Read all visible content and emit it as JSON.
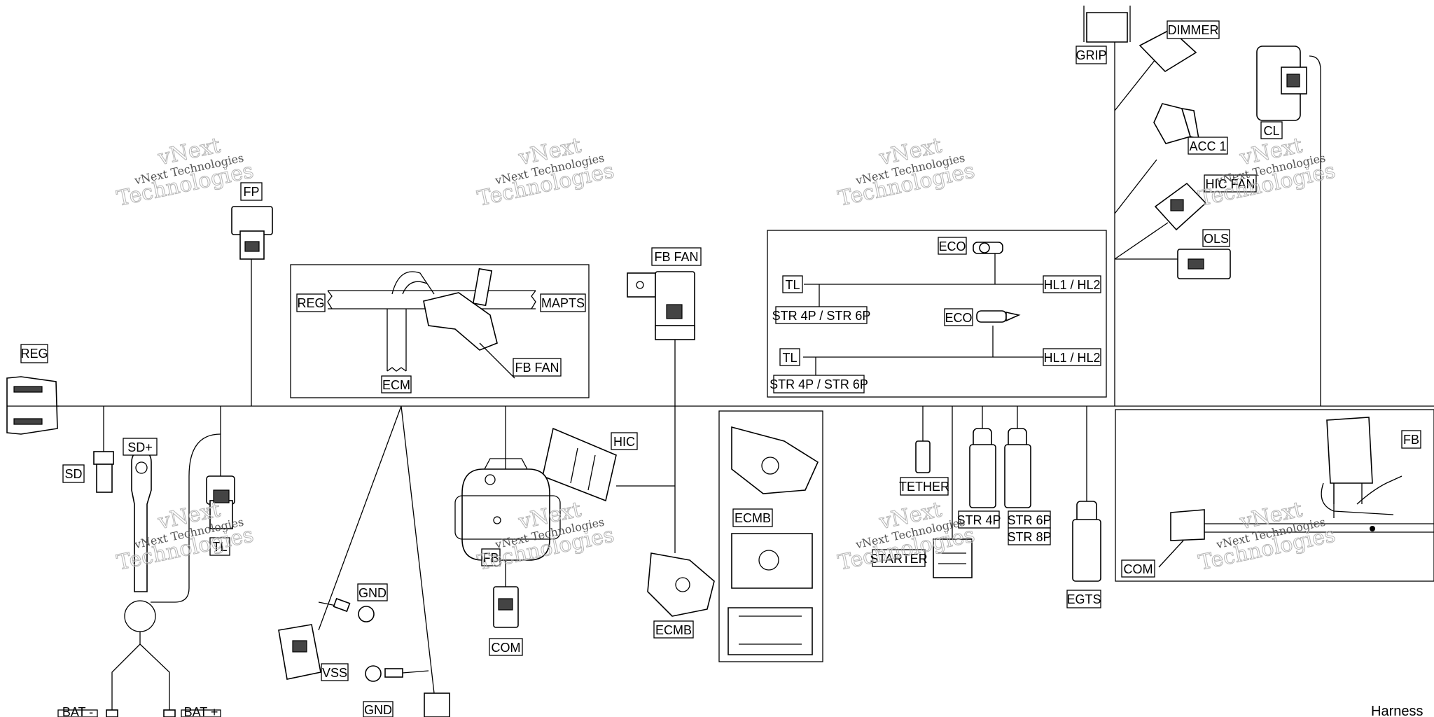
{
  "diagram": {
    "watermark": {
      "line1": "vNext",
      "line2": "vNext Technologies",
      "line3": "Technologies"
    },
    "corner_text": "Harness",
    "labels": {
      "grip": "GRIP",
      "dimmer": "DIMMER",
      "cl": "CL",
      "acc1": "ACC 1",
      "hic_fan": "HIC FAN",
      "ols": "OLS",
      "fp": "FP",
      "fb_fan_top": "FB  FAN",
      "reg_main": "REG",
      "reg_inset": "REG",
      "mapts": "MAPTS",
      "ecm": "ECM",
      "fb_fan_inset": "FB  FAN",
      "eco1": "ECO",
      "tl1": "TL",
      "hl1": "HL1 / HL2",
      "str1": "STR 4P / STR 6P",
      "eco2": "ECO",
      "tl2": "TL",
      "hl2": "HL1 / HL2",
      "str2": "STR 4P / STR 6P",
      "sd": "SD",
      "sd_plus": "SD+",
      "tl_left": "TL",
      "hic": "HIC",
      "fb_mid": "FB",
      "com_mid": "COM",
      "ecmb_inset": "ECMB",
      "ecmb_bottom": "ECMB",
      "tether": "TETHER",
      "starter": "STARTER",
      "str4p": "STR 4P",
      "str6p": "STR 6P",
      "str8p": "STR 8P",
      "egts": "EGTS",
      "com_right": "COM",
      "fb_right": "FB",
      "gnd1": "GND",
      "vss": "VSS",
      "gnd2": "GND",
      "bat_minus": "BAT -",
      "bat_plus": "BAT +"
    }
  }
}
